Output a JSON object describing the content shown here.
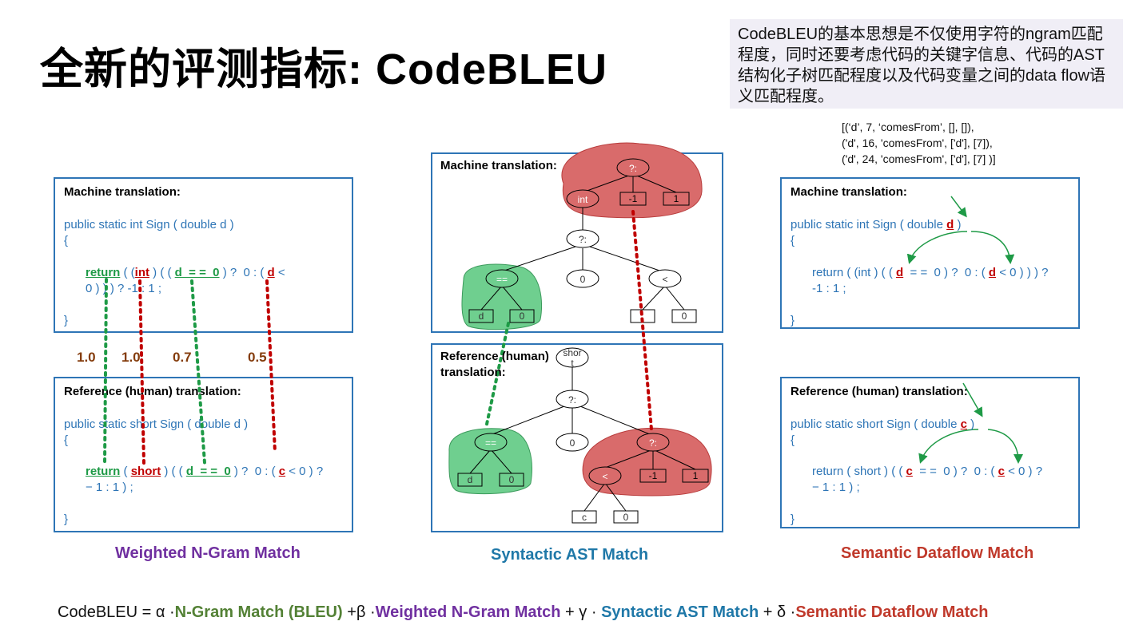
{
  "title": "全新的评测指标: CodeBLEU",
  "note": "CodeBLEU的基本思想是不仅使用字符的ngram匹配程度，同时还要考虑代码的关键字信息、代码的AST结构化子树匹配程度以及代码变量之间的data flow语义匹配程度。",
  "dataflow_list": [
    "[(‘d’, 7, ‘comesFrom’, [], []),",
    "('d', 16, 'comesFrom', ['d'], [7]),",
    "('d', 24, 'comesFrom', ['d'], [7] )]"
  ],
  "panels": {
    "ngram": {
      "machine_header": "Machine translation:",
      "machine_sig": "public static int Sign ( double d )",
      "open_brace": "{",
      "close_brace": "}",
      "m_return": "return",
      "m_p1": " ( (",
      "m_int": "int",
      "m_p2": " ) ( ( ",
      "m_cond": "d  = =  0",
      "m_p3": " ) ?  0 : ( ",
      "m_d": "d",
      "m_p4": " <",
      "m_line2": "0 ) ) ) ? -1 :  1 ;",
      "ref_header": "Reference (human) translation:",
      "ref_sig": "public static short Sign ( double d )",
      "r_return": "return",
      "r_p1": " ( ",
      "r_short": "short",
      "r_p2": " ) ( ( ",
      "r_cond": "d  = =  0",
      "r_p3": " ) ?  0 : ( ",
      "r_c": "c",
      "r_p4": " < 0 ) ?",
      "r_line2": "− 1 :  1 ) ;",
      "weights": [
        "1.0",
        "1.0",
        "0.7",
        "0.5"
      ],
      "caption": "Weighted N-Gram Match"
    },
    "ast": {
      "machine_header": "Machine translation:",
      "ref_header_1": "Reference (human)",
      "ref_header_2": "translation:",
      "m_nodes": {
        "top": "?:",
        "int": "int",
        "neg1": "-1",
        "one": "1",
        "mid": "?:",
        "eq": "==",
        "zero": "0",
        "lt": "<",
        "d": "d",
        "eqzero": "0",
        "ltzero": "0"
      },
      "r_nodes": {
        "short": "shor\nt",
        "q1": "?:",
        "eq": "==",
        "zero": "0",
        "q2": "?:",
        "d": "d",
        "eqzero": "0",
        "lt": "<",
        "neg1": "-1",
        "one": "1",
        "c": "c",
        "ltzero": "0"
      },
      "caption": "Syntactic AST Match"
    },
    "dataflow": {
      "machine_header": "Machine translation:",
      "machine_sig_pre": "public static int Sign ( double ",
      "machine_var": "d",
      "machine_sig_post": " )",
      "open_brace": "{",
      "close_brace": "}",
      "m_pre": "return ( (int ) ( ( ",
      "m_var1": "d",
      "m_mid": "  = =  0 ) ?  0 : ( ",
      "m_var2": "d",
      "m_post": " < 0 ) ) ) ?",
      "m_line2": "-1 :  1 ;",
      "ref_header": "Reference (human) translation:",
      "ref_sig_pre": "public static short Sign ( double ",
      "ref_var": "c",
      "ref_sig_post": " )",
      "r_pre": "return ( short ) ( ( ",
      "r_var1": "c",
      "r_mid": "  = =  0 ) ?  0 : ( ",
      "r_var2": "c",
      "r_post": " < 0 ) ?",
      "r_line2": "− 1 :  1 ) ;",
      "caption": "Semantic Dataflow Match"
    }
  },
  "formula": {
    "lead": "CodeBLEU = ",
    "alpha": "α ·",
    "term1": "N-Gram Match (BLEU)",
    "beta": " +β ·",
    "term2": "Weighted N-Gram Match",
    "gamma": " + γ · ",
    "term3": "Syntactic AST Match",
    "delta": " + δ ·",
    "term4": "Semantic Dataflow Match"
  },
  "colors": {
    "box_border": "#2e75b6",
    "green": "#1e9a46",
    "red": "#c00000",
    "caption_ngram": "#7030a0",
    "caption_ast": "#1f78a8",
    "caption_dataflow": "#c0392b",
    "blob_red": "#d96b6b",
    "blob_green": "#6fcf8f"
  }
}
